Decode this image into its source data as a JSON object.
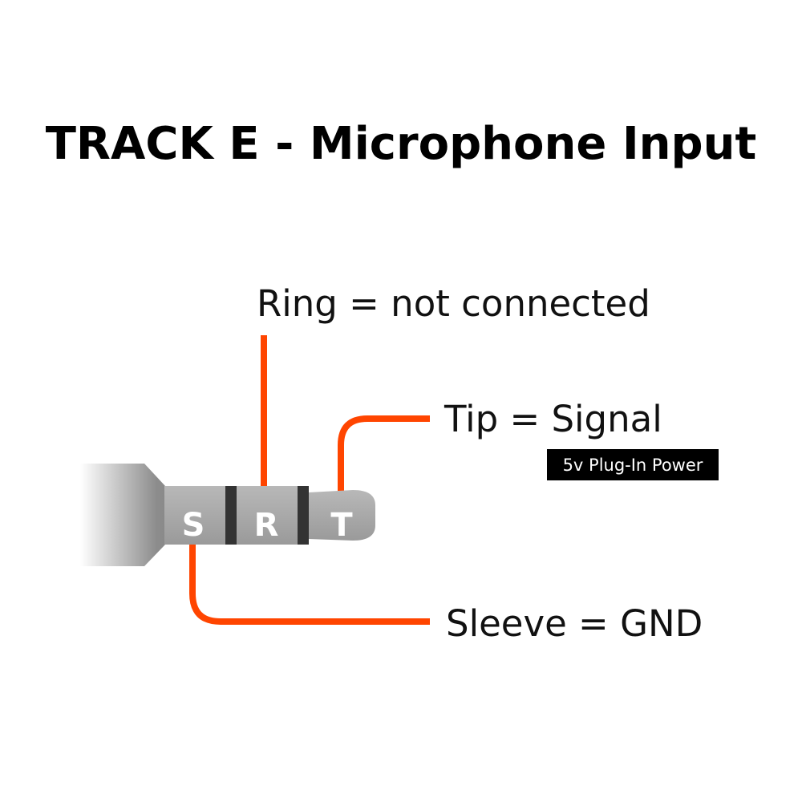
{
  "title": "TRACK E - Microphone Input",
  "colors": {
    "wire": "#ff4500",
    "jack": "#a8a8a8",
    "band": "#333333",
    "badge": "#000000"
  },
  "jack": {
    "sleeve_letter": "S",
    "ring_letter": "R",
    "tip_letter": "T"
  },
  "labels": {
    "ring": "Ring = not connected",
    "tip": "Tip = Signal",
    "tip_note": "5v Plug-In Power",
    "sleeve": "Sleeve = GND"
  }
}
